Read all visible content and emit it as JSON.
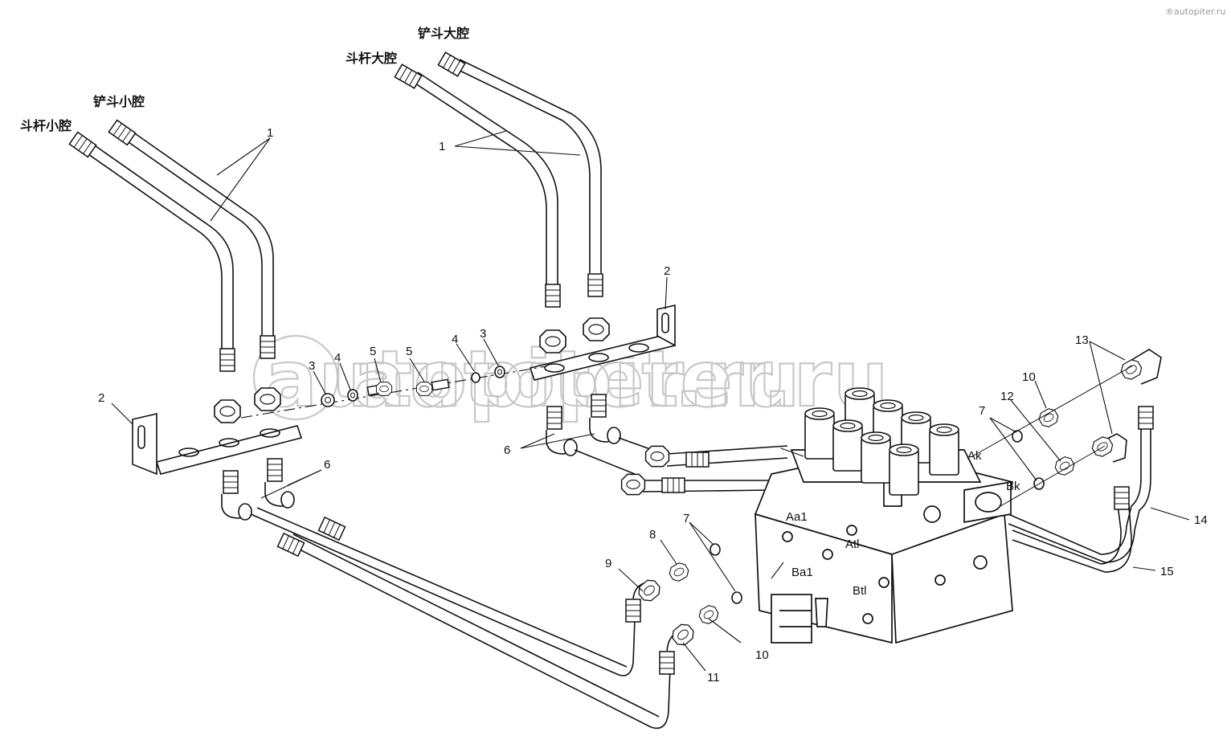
{
  "watermark": {
    "text": "autopiter.ru",
    "small": "®autopiter.ru"
  },
  "headers": {
    "dougan_xiaoqiang": "斗杆小腔",
    "chandou_xiaoqiang": "铲斗小腔",
    "dougan_daqiang": "斗杆大腔",
    "chandou_daqiang": "铲斗大腔"
  },
  "callouts": {
    "c1_left": "1",
    "c1_right": "1",
    "c2_left": "2",
    "c2_right": "2",
    "c3_left": "3",
    "c3_right": "3",
    "c4_left": "4",
    "c4_right": "4",
    "c5_left": "5",
    "c5_right": "5",
    "c6_left": "6",
    "c6_right": "6",
    "c7_upper": "7",
    "c7_lower": "7",
    "c8": "8",
    "c9": "9",
    "c10_upper": "10",
    "c10_lower": "10",
    "c11": "11",
    "c12": "12",
    "c13": "13",
    "c14": "14",
    "c15": "15"
  },
  "ports": {
    "ak": "Ak",
    "bk": "Bk",
    "aa1": "Aa1",
    "atl": "Atl",
    "ba1": "Ba1",
    "btl": "Btl"
  }
}
